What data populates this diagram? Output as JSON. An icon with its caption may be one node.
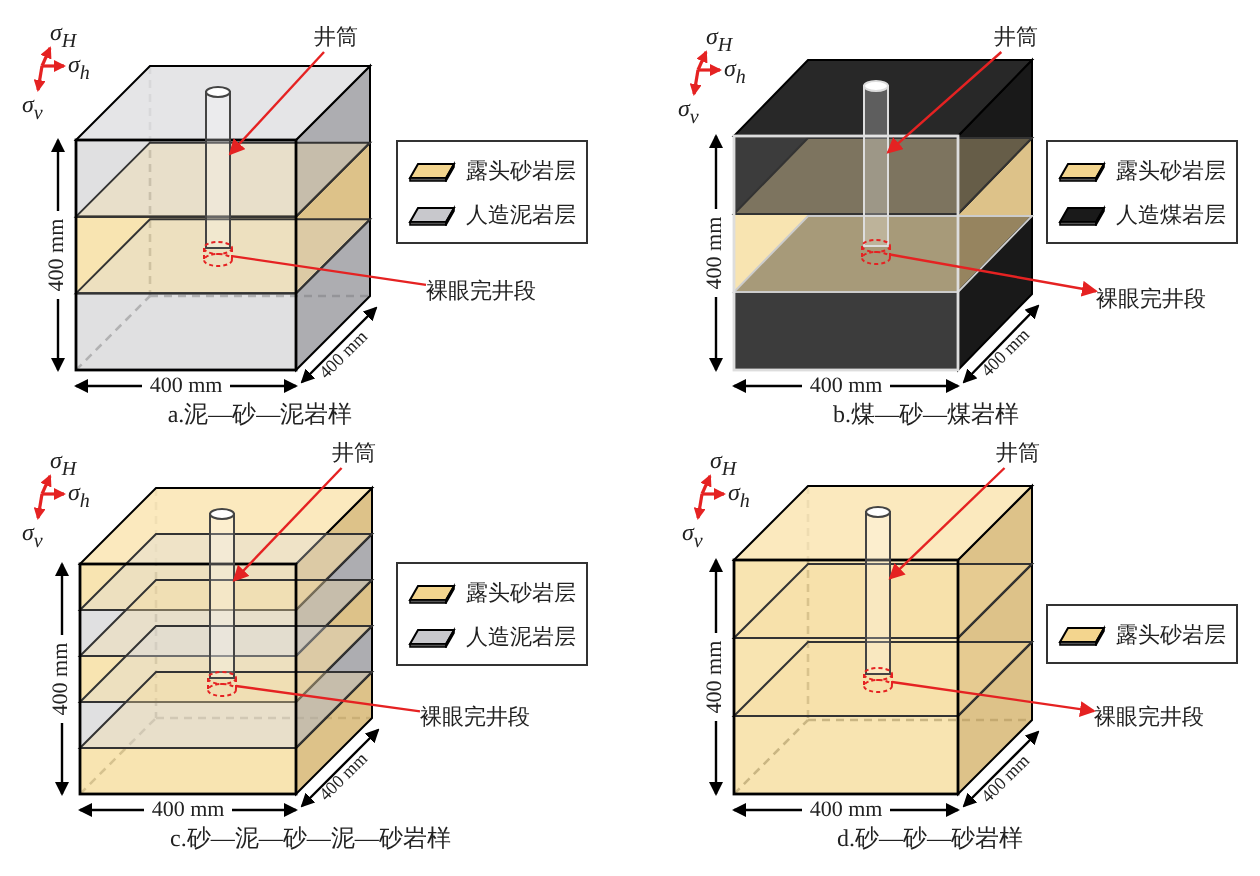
{
  "diagram": {
    "nodes": [
      {
        "text": [
          "井筒"
        ]
      },
      {
        "text": [],
        "shape": "cylinder"
      },
      {
        "text": [],
        "shape": "cylinder"
      },
      {
        "text": [
          "裸眼完井段"
        ]
      },
      {
        "text": [
          "井筒"
        ]
      },
      {
        "text": [],
        "shape": "cylinder"
      },
      {
        "text": [],
        "shape": "cylinder"
      },
      {
        "text": [
          "裸眼完井段"
        ]
      },
      {
        "text": [
          "井筒"
        ]
      },
      {
        "text": [],
        "shape": "cylinder"
      },
      {
        "text": [],
        "shape": "cylinder"
      },
      {
        "text": [
          "裸眼完井段"
        ]
      },
      {
        "text": [
          "井筒"
        ]
      },
      {
        "text": [],
        "shape": "cylinder"
      },
      {
        "text": [],
        "shape": "cylinder"
      },
      {
        "text": [
          "裸眼完井段"
        ]
      }
    ],
    "edges": [
      {
        "from": 0,
        "to": 1,
        "arrow": "to"
      },
      {
        "from": 2,
        "to": 3,
        "arrow": "none"
      },
      {
        "from": 4,
        "to": 5,
        "arrow": "to"
      },
      {
        "from": 6,
        "to": 7,
        "arrow": "to"
      },
      {
        "from": 8,
        "to": 9,
        "arrow": "to"
      },
      {
        "from": 10,
        "to": 11,
        "arrow": "none"
      },
      {
        "from": 12,
        "to": 13,
        "arrow": "to"
      },
      {
        "from": 14,
        "to": 15,
        "arrow": "to"
      }
    ],
    "labels": [
      "σ$_{H}$",
      "σ$_{h}$",
      "σ$_{v}$",
      "400 mm",
      "400 mm",
      "400 mm",
      "a.泥—砂—泥岩样",
      "σ$_{H}$",
      "σ$_{h}$",
      "σ$_{v}$",
      "400 mm",
      "400 mm",
      "400 mm",
      "b.煤—砂—煤岩样",
      "σ$_{H}$",
      "σ$_{h}$",
      "σ$_{v}$",
      "400 mm",
      "400 mm",
      "400 mm",
      "c.砂—泥—砂—泥—砂岩样",
      "σ$_{H}$",
      "σ$_{h}$",
      "σ$_{v}$",
      "400 mm",
      "400 mm",
      "400 mm",
      "d.砂—砂—砂岩样"
    ],
    "legend": [
      {
        "text": "露头砂岩层",
        "color": "#f3d58e"
      },
      {
        "text": "人造泥岩层",
        "color": "#c8c8cc"
      },
      {
        "text": "露头砂岩层",
        "color": "#f3d58e"
      },
      {
        "text": "人造煤岩层",
        "color": "#1a1a1a"
      },
      {
        "text": "露头砂岩层",
        "color": "#f3d58e"
      },
      {
        "text": "人造泥岩层",
        "color": "#c8c8cc"
      },
      {
        "text": "露头砂岩层",
        "color": "#f3d58e"
      }
    ]
  }
}
